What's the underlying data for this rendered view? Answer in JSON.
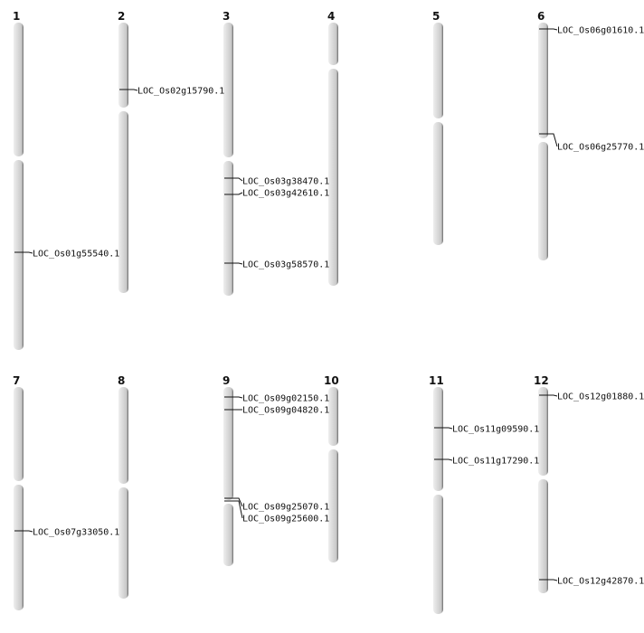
{
  "chromosomes": [
    {
      "id": "chr1",
      "label": "1"
    },
    {
      "id": "chr2",
      "label": "2"
    },
    {
      "id": "chr3",
      "label": "3"
    },
    {
      "id": "chr4",
      "label": "4"
    },
    {
      "id": "chr5",
      "label": "5"
    },
    {
      "id": "chr6",
      "label": "6"
    },
    {
      "id": "chr7",
      "label": "7"
    },
    {
      "id": "chr8",
      "label": "8"
    },
    {
      "id": "chr9",
      "label": "9"
    },
    {
      "id": "chr10",
      "label": "10"
    },
    {
      "id": "chr11",
      "label": "11"
    },
    {
      "id": "chr12",
      "label": "12"
    }
  ],
  "genes": [
    {
      "id": "g1",
      "chromosome": "1",
      "label": "LOC_Os01g55540.1"
    },
    {
      "id": "g2",
      "chromosome": "2",
      "label": "LOC_Os02g15790.1"
    },
    {
      "id": "g3",
      "chromosome": "3",
      "label": "LOC_Os03g38470.1"
    },
    {
      "id": "g4",
      "chromosome": "3",
      "label": "LOC_Os03g42610.1"
    },
    {
      "id": "g5",
      "chromosome": "3",
      "label": "LOC_Os03g58570.1"
    },
    {
      "id": "g6",
      "chromosome": "6",
      "label": "LOC_Os06g01610.1"
    },
    {
      "id": "g7",
      "chromosome": "6",
      "label": "LOC_Os06g25770.1"
    },
    {
      "id": "g8",
      "chromosome": "7",
      "label": "LOC_Os07g33050.1"
    },
    {
      "id": "g9",
      "chromosome": "9",
      "label": "LOC_Os09g02150.1"
    },
    {
      "id": "g10",
      "chromosome": "9",
      "label": "LOC_Os09g04820.1"
    },
    {
      "id": "g11",
      "chromosome": "9",
      "label": "LOC_Os09g25070.1"
    },
    {
      "id": "g12",
      "chromosome": "9",
      "label": "LOC_Os09g25600.1"
    },
    {
      "id": "g13",
      "chromosome": "11",
      "label": "LOC_Os11g09590.1"
    },
    {
      "id": "g14",
      "chromosome": "11",
      "label": "LOC_Os11g17290.1"
    },
    {
      "id": "g15",
      "chromosome": "12",
      "label": "LOC_Os12g01880.1"
    },
    {
      "id": "g16",
      "chromosome": "12",
      "label": "LOC_Os12g42870.1"
    }
  ]
}
